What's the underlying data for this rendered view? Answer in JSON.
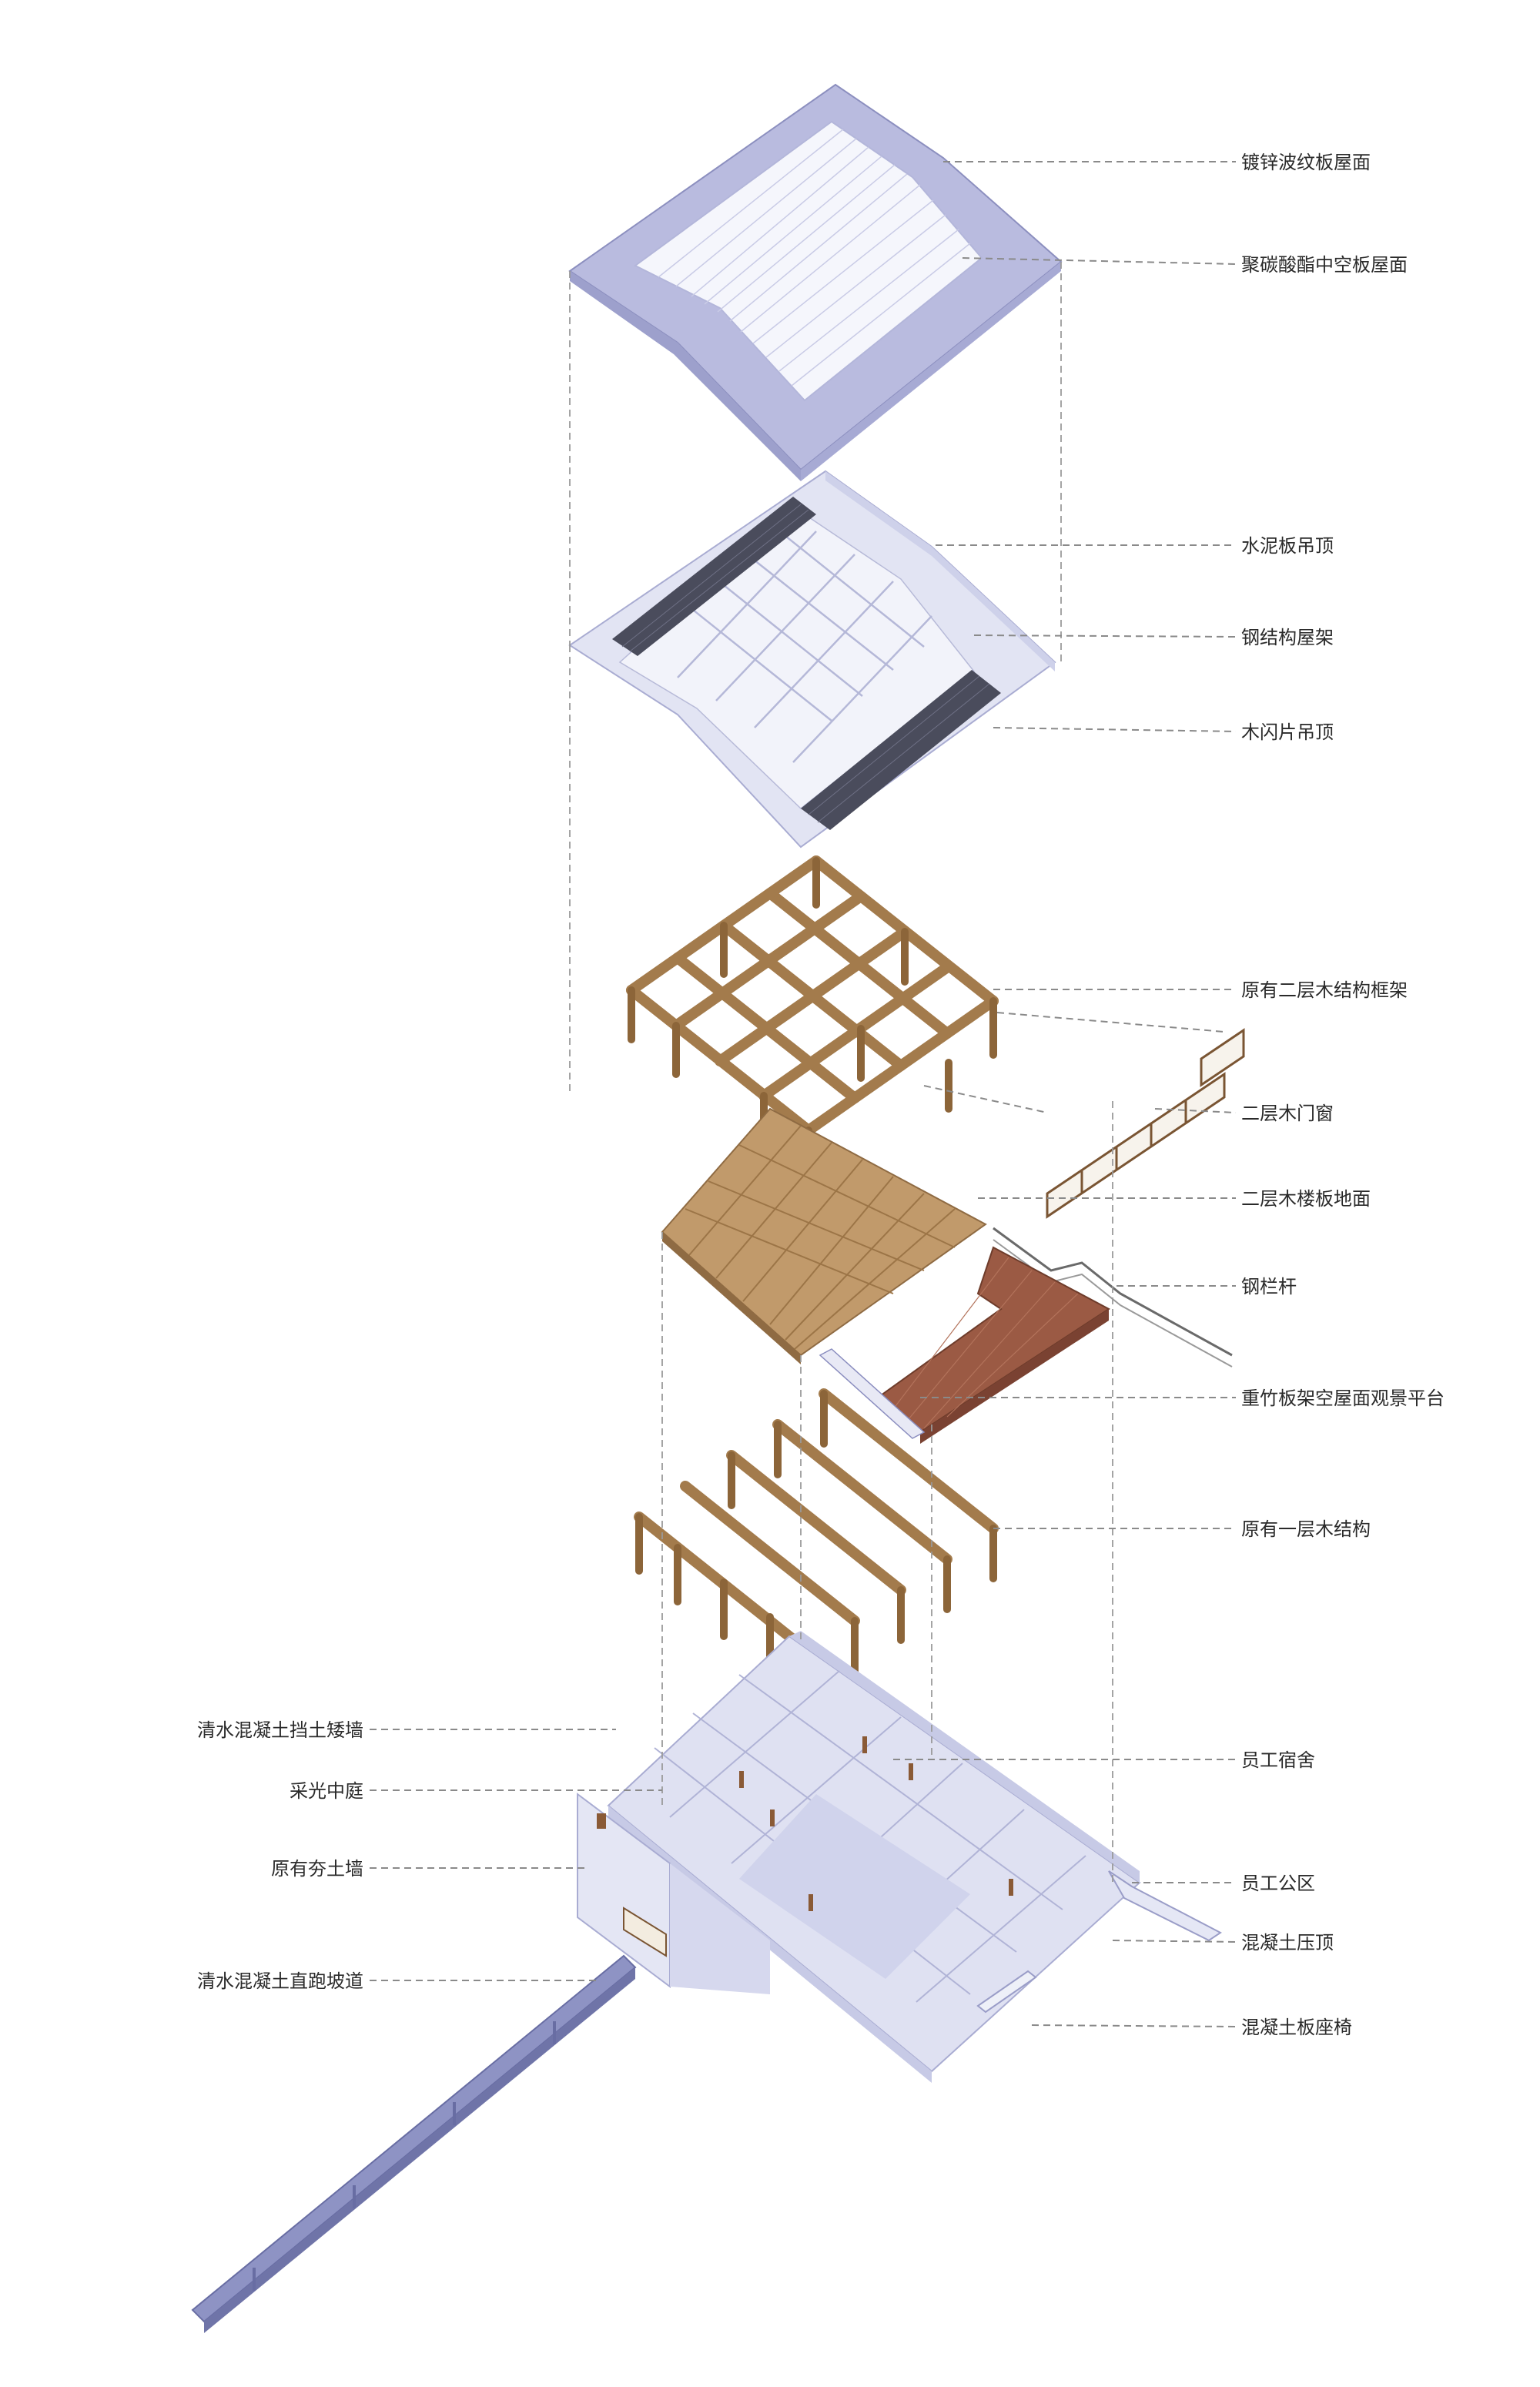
{
  "labels_right": [
    "镀锌波纹板屋面",
    "聚碳酸酯中空板屋面",
    "水泥板吊顶",
    "钢结构屋架",
    "木闪片吊顶",
    "原有二层木结构框架",
    "二层木门窗",
    "二层木楼板地面",
    "钢栏杆",
    "重竹板架空屋面观景平台",
    "原有一层木结构",
    "员工宿舍",
    "员工公区",
    "混凝土压顶",
    "混凝土板座椅"
  ],
  "labels_left": [
    "清水混凝土挡土矮墙",
    "采光中庭",
    "原有夯土墙",
    "清水混凝土直跑坡道"
  ],
  "colors": {
    "roof_metal": "#b9bbdf",
    "roof_metal_dark": "#9da0cc",
    "polycarbonate": "#f4f5fb",
    "ceiling": "#e2e4f3",
    "ceiling_dark": "#4a4c5c",
    "timber": "#a37b4c",
    "floor_board": "#c19a6b",
    "bamboo_deck": "#9b5a44",
    "ground_wall": "#dfe1f2",
    "ground_wall_dark": "#c7cae6",
    "ramp": "#8e93c4"
  }
}
